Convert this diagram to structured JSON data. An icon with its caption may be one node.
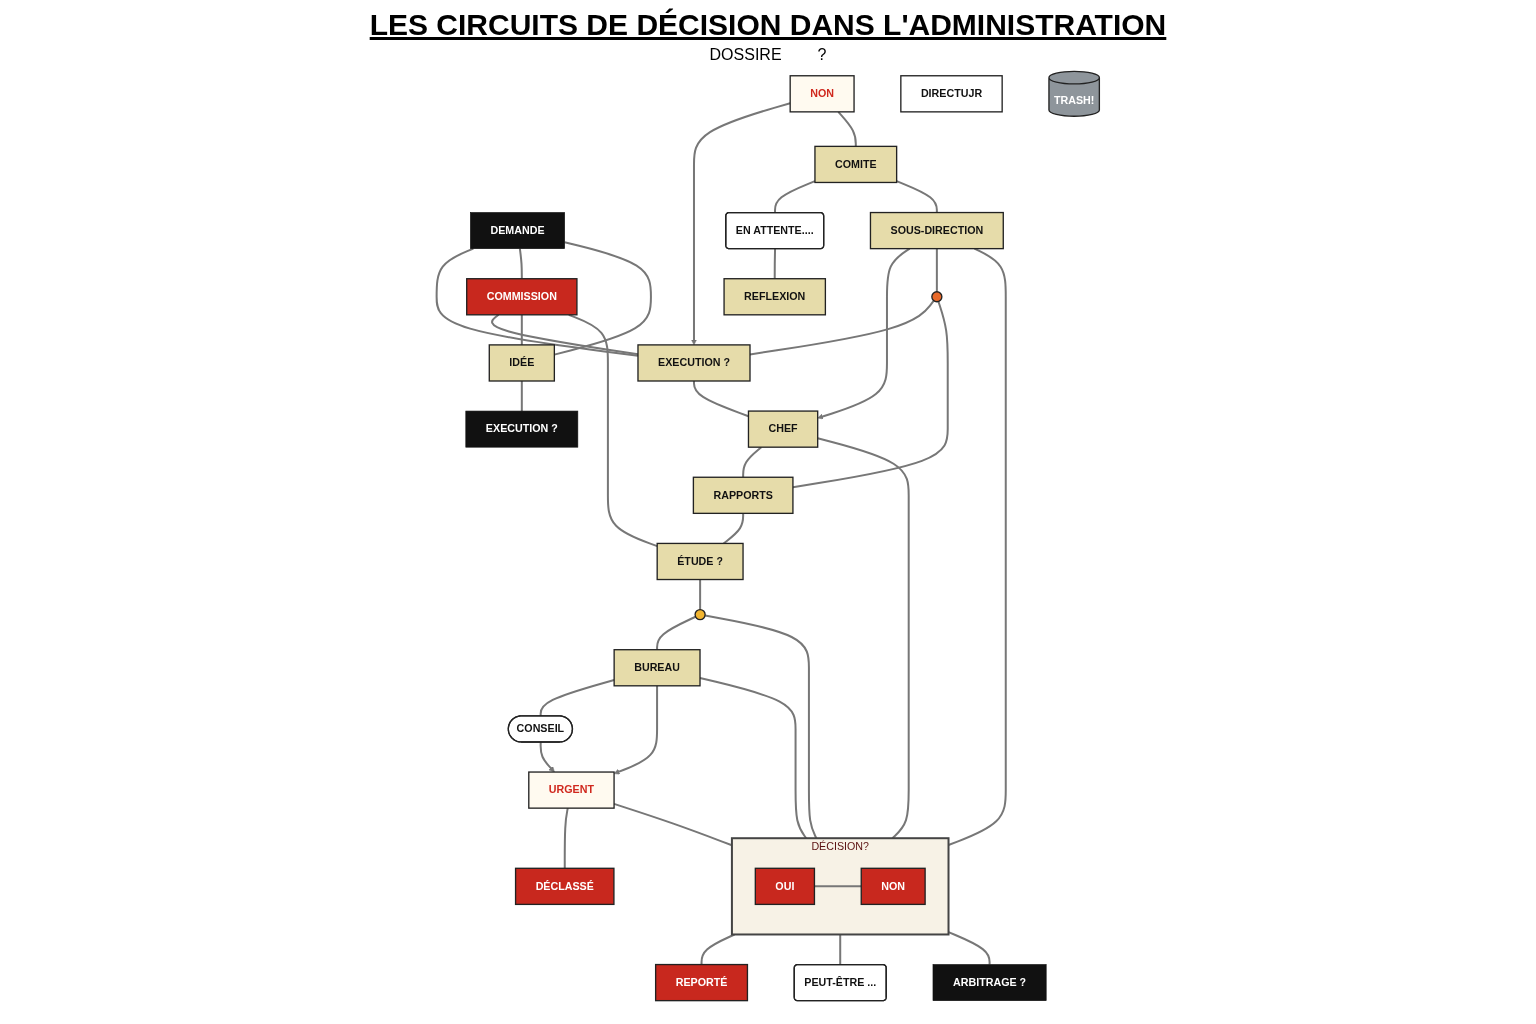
{
  "diagram": {
    "title": "LES CIRCUITS DE DÉCISION DANS L'ADMINISTRATION",
    "nodes": [
      {
        "text": [
          "DEMANDE"
        ]
      },
      {
        "text": [
          "NON"
        ]
      },
      {
        "text": [
          "COMITE"
        ]
      },
      {
        "text": [
          "EN ATTENTE...."
        ]
      },
      {
        "text": [
          "REFLEXION"
        ]
      },
      {
        "text": [
          "EXECUTION ?"
        ]
      },
      {
        "text": [
          "SOUS-DIRECTION"
        ]
      },
      {
        "text": [
          "CHEF"
        ]
      },
      {
        "text": [],
        "shape": "circle"
      },
      {
        "text": [
          "DIRECTUJR"
        ]
      },
      {
        "text": [
          "RAPPORTS"
        ]
      },
      {
        "text": [
          "PEUT-ÊTRE ..."
        ]
      },
      {
        "text": [
          "COMMISSION"
        ]
      },
      {
        "text": [
          "ÉTUDE ?"
        ]
      },
      {
        "text": [
          "IDÉE"
        ]
      },
      {
        "text": [
          "DÉCISION?"
        ]
      },
      {
        "text": [
          "OUI"
        ],
        "in": 15
      },
      {
        "text": [
          "NON"
        ],
        "in": 15
      },
      {
        "text": [],
        "shape": "circle"
      },
      {
        "text": [
          "CONSEIL"
        ]
      },
      {
        "text": [
          "BUREAU"
        ]
      },
      {
        "text": [
          "ARBITRAGE ?"
        ]
      },
      {
        "text": [
          "EXECUTION ?"
        ]
      },
      {
        "text": [
          "URGENT"
        ]
      },
      {
        "text": [
          "REPORTÉ"
        ]
      },
      {
        "text": [
          "DÉCLASSÉ"
        ]
      },
      {
        "text": [
          "TRASH!"
        ]
      }
    ],
    "edges": [
      {
        "from": 0,
        "to": 5,
        "arrow": "none"
      },
      {
        "from": 1,
        "to": 5,
        "arrow": "to"
      },
      {
        "from": 1,
        "to": 2,
        "arrow": "none"
      },
      {
        "from": 2,
        "to": 3,
        "arrow": "none"
      },
      {
        "from": 2,
        "to": 6,
        "arrow": "none"
      },
      {
        "from": 3,
        "to": 4,
        "arrow": "none"
      },
      {
        "from": 6,
        "to": 7,
        "arrow": "to"
      },
      {
        "from": 5,
        "to": 7,
        "arrow": "none"
      },
      {
        "from": 8,
        "to": 5,
        "arrow": "none"
      },
      {
        "from": 6,
        "to": 8,
        "arrow": "none"
      },
      {
        "from": 8,
        "to": 10,
        "arrow": "none"
      },
      {
        "from": 6,
        "to": 15,
        "arrow": "none"
      },
      {
        "from": 7,
        "to": 10,
        "arrow": "none"
      },
      {
        "from": 7,
        "to": 15,
        "arrow": "none"
      },
      {
        "from": 10,
        "to": 13,
        "arrow": "none"
      },
      {
        "from": 0,
        "to": 12,
        "arrow": "none"
      },
      {
        "from": 12,
        "to": 5,
        "arrow": "none"
      },
      {
        "from": 12,
        "to": 14,
        "arrow": "none"
      },
      {
        "from": 12,
        "to": 13,
        "arrow": "none"
      },
      {
        "from": 0,
        "to": 14,
        "arrow": "none"
      },
      {
        "from": 14,
        "to": 22,
        "arrow": "none"
      },
      {
        "from": 13,
        "to": 18,
        "arrow": "none"
      },
      {
        "from": 18,
        "to": 20,
        "arrow": "none"
      },
      {
        "from": 18,
        "to": 15,
        "arrow": "none"
      },
      {
        "from": 20,
        "to": 19,
        "arrow": "none"
      },
      {
        "from": 20,
        "to": 23,
        "arrow": "to"
      },
      {
        "from": 20,
        "to": 15,
        "arrow": "none"
      },
      {
        "from": 19,
        "to": 23,
        "arrow": "to"
      },
      {
        "from": 23,
        "to": 15,
        "arrow": "none"
      },
      {
        "from": 23,
        "to": 25,
        "arrow": "none"
      },
      {
        "from": 15,
        "to": 24,
        "arrow": "none"
      },
      {
        "from": 15,
        "to": 11,
        "arrow": "none"
      },
      {
        "from": 15,
        "to": 21,
        "arrow": "none"
      },
      {
        "from": 16,
        "to": 17,
        "arrow": "none"
      }
    ],
    "labels": [
      "DOSSIRE",
      "?"
    ]
  }
}
